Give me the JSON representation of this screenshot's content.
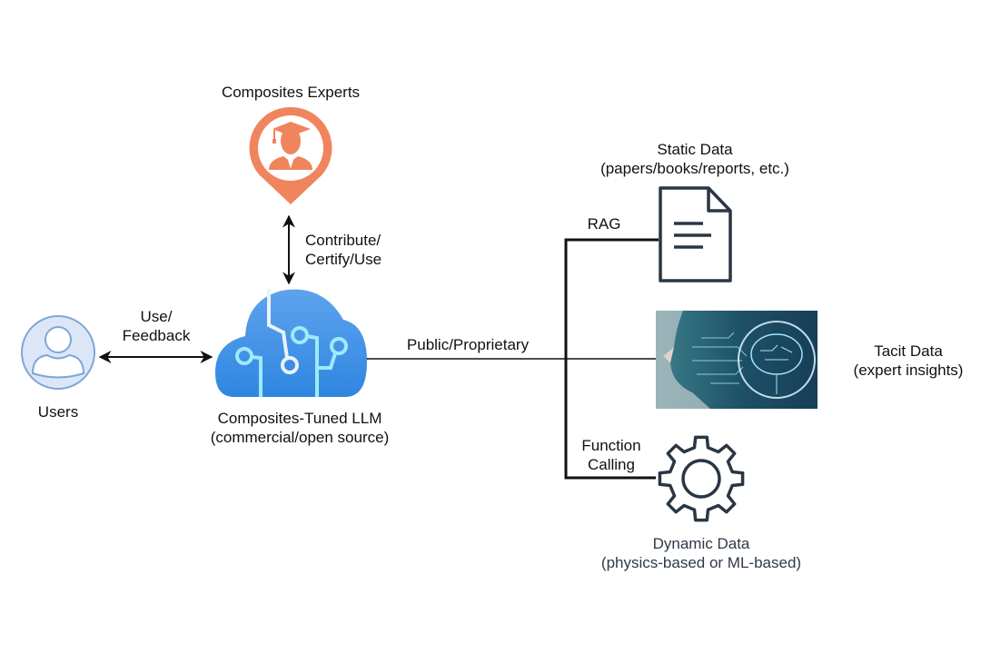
{
  "nodes": {
    "experts": {
      "label": "Composites Experts",
      "icon": "graduate-pin-icon",
      "color": "#f0845c"
    },
    "users": {
      "label": "Users",
      "icon": "user-circle-icon",
      "color": "#7ea6d8",
      "fill": "#dbe7f7"
    },
    "llm": {
      "label_line1": "Composites-Tuned LLM",
      "label_line2": "(commercial/open source)",
      "icon": "circuit-cloud-icon",
      "color_top": "#5ea3ee",
      "color_bottom": "#2f86e0",
      "circuit_color": "#9eeaff"
    },
    "static_data": {
      "label_line1": "Static Data",
      "label_line2": "(papers/books/reports, etc.)",
      "icon": "document-icon",
      "color": "#2a3644"
    },
    "tacit_data": {
      "label_line1": "Tacit Data",
      "label_line2": "(expert insights)",
      "icon": "human-brain-circuit-image"
    },
    "dynamic_data": {
      "label_line1": "Dynamic Data",
      "label_line2": "(physics-based or ML-based)",
      "icon": "gear-icon",
      "color": "#2a3644"
    }
  },
  "edges": {
    "experts_llm": {
      "line1": "Contribute/",
      "line2": "Certify/Use"
    },
    "users_llm": {
      "line1": "Use/",
      "line2": "Feedback"
    },
    "data_llm": {
      "label": "Public/Proprietary"
    },
    "rag": {
      "label": "RAG"
    },
    "function_calling": {
      "line1": "Function",
      "line2": "Calling"
    }
  }
}
